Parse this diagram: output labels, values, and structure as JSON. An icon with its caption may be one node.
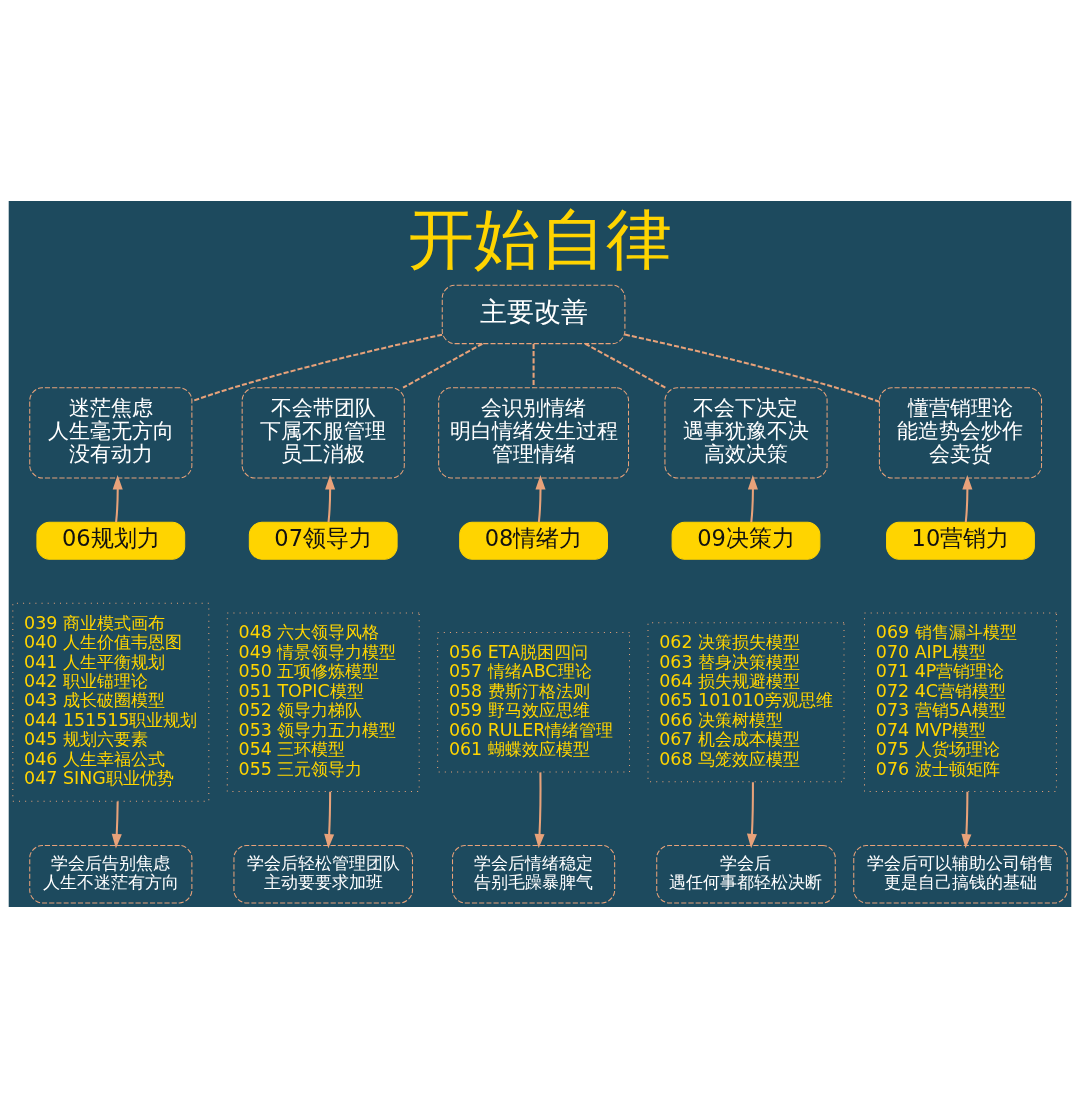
{
  "diagram": {
    "title": "开始自律",
    "nodes": [
      {
        "text": [
          "主要改善"
        ]
      },
      {
        "text": [
          "迷茫焦虑",
          "人生毫无方向",
          "没有动力"
        ]
      },
      {
        "text": [
          "不会带团队",
          "下属不服管理",
          "员工消极"
        ]
      },
      {
        "text": [
          "会识别情绪",
          "明白情绪发生过程",
          "管理情绪"
        ]
      },
      {
        "text": [
          "不会下决定",
          "遇事犹豫不决",
          "高效决策"
        ]
      },
      {
        "text": [
          "懂营销理论",
          "能造势会炒作",
          "会卖货"
        ]
      },
      {
        "text": [
          "06规划力"
        ]
      },
      {
        "text": [
          "07领导力"
        ]
      },
      {
        "text": [
          "08情绪力"
        ]
      },
      {
        "text": [
          "09决策力"
        ]
      },
      {
        "text": [
          "10营销力"
        ]
      },
      {
        "text": [
          "039 商业模式画布",
          "040 人生价值韦恩图",
          "041 人生平衡规划",
          "042 职业锚理论",
          "043 成长破圈模型",
          "044 151515职业规划",
          "045 规划六要素",
          "046 人生幸福公式",
          "047 SING职业优势"
        ]
      },
      {
        "text": [
          "048 六大领导风格",
          "049 情景领导力模型",
          "050 五项修炼模型",
          "051 TOPIC模型",
          "052 领导力梯队",
          "053 领导力五力模型",
          "054 三环模型",
          "055 三元领导力"
        ]
      },
      {
        "text": [
          "056 ETA脱困四问",
          "057 情绪ABC理论",
          "058 费斯汀格法则",
          "059 野马效应思维",
          "060 RULER情绪管理",
          "061 蝴蝶效应模型"
        ]
      },
      {
        "text": [
          "062 决策损失模型",
          "063 替身决策模型",
          "064 损失规避模型",
          "065 101010旁观思维",
          "066 决策树模型",
          "067 机会成本模型",
          "068 鸟笼效应模型"
        ]
      },
      {
        "text": [
          "069 销售漏斗模型",
          "070 AIPL模型",
          "071 4P营销理论",
          "072 4C营销模型",
          "073 营销5A模型",
          "074 MVP模型",
          "075 人货场理论",
          "076 波士顿矩阵"
        ]
      },
      {
        "text": [
          "学会后告别焦虑",
          "人生不迷茫有方向"
        ]
      },
      {
        "text": [
          "学会后轻松管理团队",
          "主动要要求加班"
        ]
      },
      {
        "text": [
          "学会后情绪稳定",
          "告别毛躁暴脾气"
        ]
      },
      {
        "text": [
          "学会后",
          "遇任何事都轻松决断"
        ]
      },
      {
        "text": [
          "学会后可以辅助公司销售",
          "更是自己搞钱的基础"
        ]
      }
    ],
    "edges": [
      {
        "from": 0,
        "to": 1,
        "arrow": "none",
        "style": "dashed"
      },
      {
        "from": 0,
        "to": 2,
        "arrow": "none",
        "style": "dashed"
      },
      {
        "from": 0,
        "to": 3,
        "arrow": "none",
        "style": "dashed"
      },
      {
        "from": 0,
        "to": 4,
        "arrow": "none",
        "style": "dashed"
      },
      {
        "from": 0,
        "to": 5,
        "arrow": "none",
        "style": "dashed"
      },
      {
        "from": 6,
        "to": 1,
        "arrow": "to"
      },
      {
        "from": 7,
        "to": 2,
        "arrow": "to"
      },
      {
        "from": 8,
        "to": 3,
        "arrow": "to"
      },
      {
        "from": 9,
        "to": 4,
        "arrow": "to"
      },
      {
        "from": 10,
        "to": 5,
        "arrow": "to"
      },
      {
        "from": 11,
        "to": 16,
        "arrow": "to"
      },
      {
        "from": 12,
        "to": 17,
        "arrow": "to"
      },
      {
        "from": 13,
        "to": 18,
        "arrow": "to"
      },
      {
        "from": 14,
        "to": 19,
        "arrow": "to"
      },
      {
        "from": 15,
        "to": 20,
        "arrow": "to"
      }
    ]
  }
}
